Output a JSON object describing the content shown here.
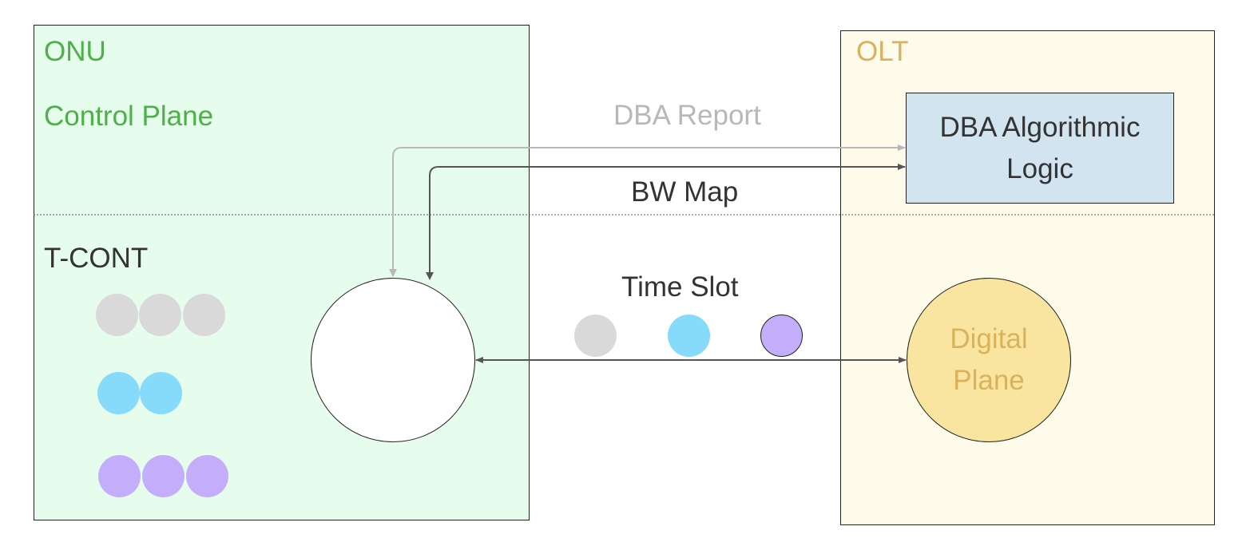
{
  "onu": {
    "title": "ONU",
    "control_plane": "Control Plane",
    "tcont": "T-CONT"
  },
  "olt": {
    "title": "OLT",
    "dba_box": "DBA Algorithmic Logic",
    "digital_plane": "Digital Plane"
  },
  "links": {
    "dba_report": "DBA Report",
    "bw_map": "BW Map",
    "time_slot": "Time Slot"
  },
  "colors": {
    "gray": "#d9d9d9",
    "blue": "#87dbfa",
    "purple": "#c4aefb",
    "onu_bg": "#e6fcec",
    "olt_bg": "#fefbea",
    "onu_text": "#4faf4a",
    "olt_text": "#d9b25b",
    "dba_box_bg": "#d3e4f1"
  }
}
